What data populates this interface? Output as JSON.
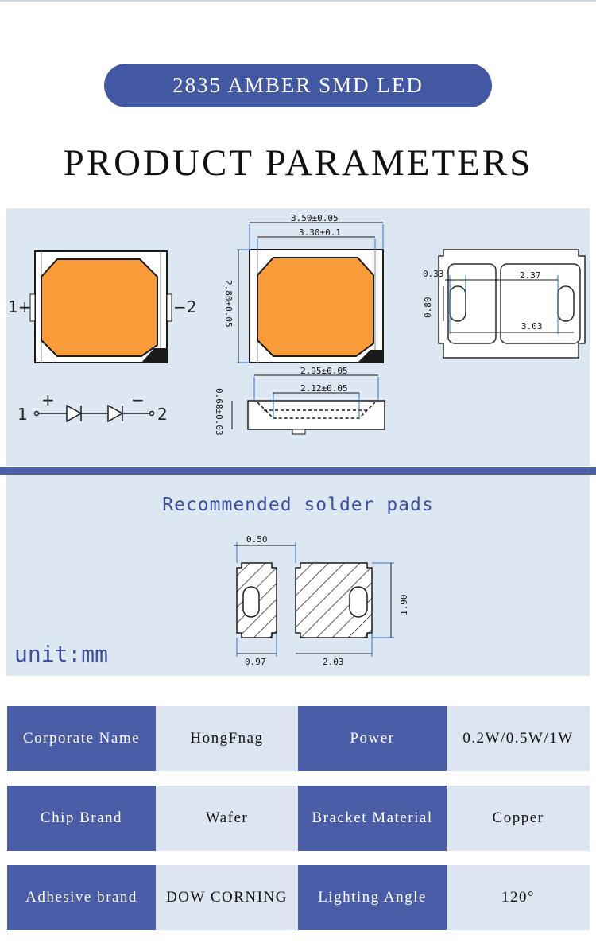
{
  "banner": {
    "title": "2835 AMBER SMD LED"
  },
  "heading": "PRODUCT PARAMETERS",
  "diagram": {
    "pin_left": "1+",
    "pin_right": "−2",
    "circuit_pin1": "1",
    "circuit_pin2": "2",
    "circuit_plus": "+",
    "circuit_minus": "−",
    "dim_width_outer": "3.50±0.05",
    "dim_width_inner": "3.30±0.1",
    "dim_height": "2.80±0.05",
    "dim_side_outer": "2.95±0.05",
    "dim_side_inner": "2.12±0.05",
    "dim_thickness": "0.68±0.03",
    "dim_pad_gap": "0.33",
    "dim_pad_span": "2.37",
    "dim_pad_height": "0.80",
    "dim_pad_total": "3.03",
    "colors": {
      "led": "#f99b39",
      "outline": "#1a1a1a",
      "dimline": "#2f6fd1"
    }
  },
  "solder": {
    "title": "Recommended solder pads",
    "unit": "unit:mm",
    "dim_gap": "0.50",
    "dim_small": "0.97",
    "dim_large": "2.03",
    "dim_height": "1.90"
  },
  "specs": [
    {
      "k1": "Corporate Name",
      "v1": "HongFnag",
      "k2": "Power",
      "v2": "0.2W/0.5W/1W"
    },
    {
      "k1": "Chip Brand",
      "v1": "Wafer",
      "k2": "Bracket Material",
      "v2": "Copper"
    },
    {
      "k1": "Adhesive brand",
      "v1": "DOW CORNING",
      "k2": "Lighting Angle",
      "v2": "120°"
    }
  ]
}
